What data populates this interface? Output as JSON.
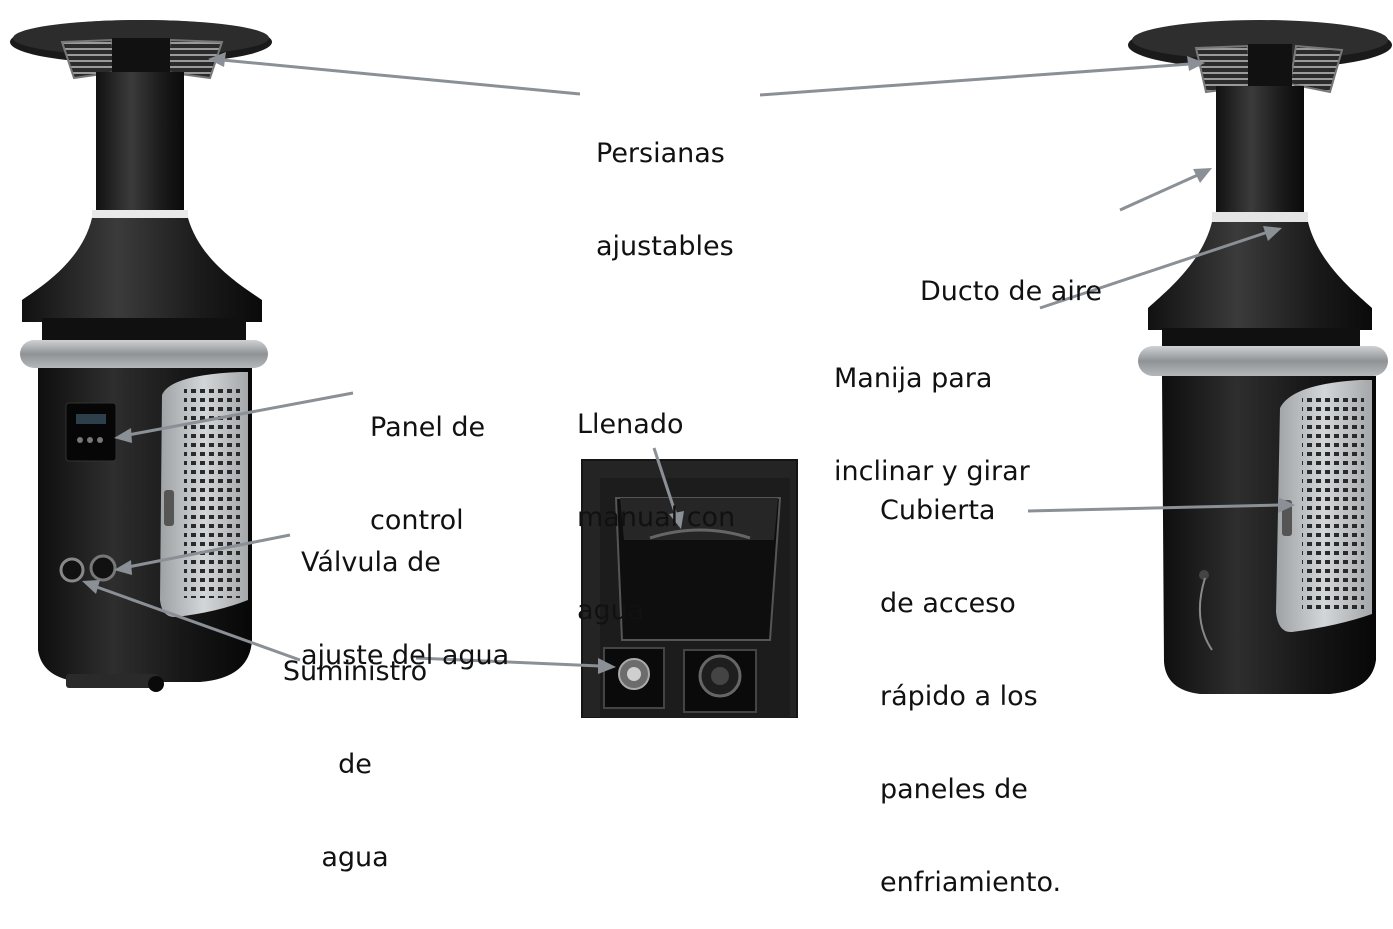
{
  "labels": {
    "persianas": [
      "Persianas",
      "ajustables"
    ],
    "panel_control": [
      "Panel de",
      "control"
    ],
    "valvula": [
      "Válvula de",
      "ajuste del agua"
    ],
    "suministro": [
      "Suministro",
      "de",
      "agua"
    ],
    "llenado": [
      "Llenado",
      "manual con",
      "agua"
    ],
    "ducto": [
      "Ducto de aire"
    ],
    "manija": [
      "Manija para",
      "inclinar y girar"
    ],
    "cubierta": [
      "Cubierta",
      "de acceso",
      "rápido a los",
      "paneles de",
      "enfriamiento."
    ]
  },
  "colors": {
    "unit_body": "#1c1c1c",
    "unit_dark": "#0d0d0d",
    "unit_highlight": "#3a3a3a",
    "grille": "#b9bcbf",
    "ring": "#a9acae",
    "leader_line": "#8a9096",
    "text": "#111111"
  }
}
